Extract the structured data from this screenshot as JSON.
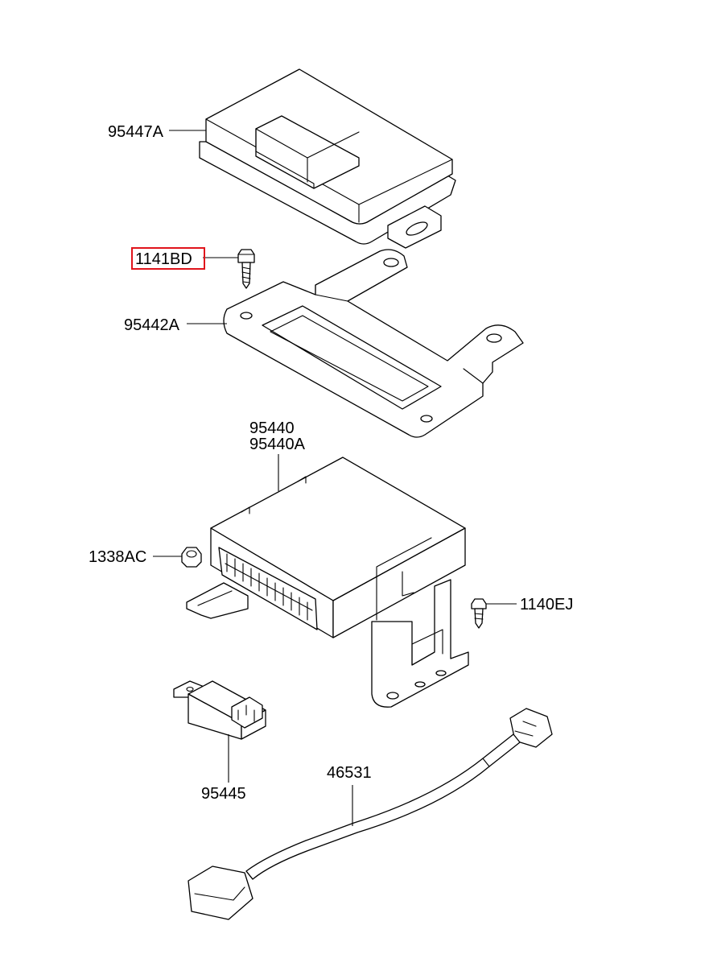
{
  "labels": {
    "p95447A": "95447A",
    "p1141BD": "1141BD",
    "p95442A": "95442A",
    "p95440": "95440",
    "p95440A": "95440A",
    "p1338AC": "1338AC",
    "p1140EJ": "1140EJ",
    "p95445": "95445",
    "p46531": "46531"
  },
  "highlight": {
    "part": "1141BD",
    "color": "#e0141c"
  }
}
